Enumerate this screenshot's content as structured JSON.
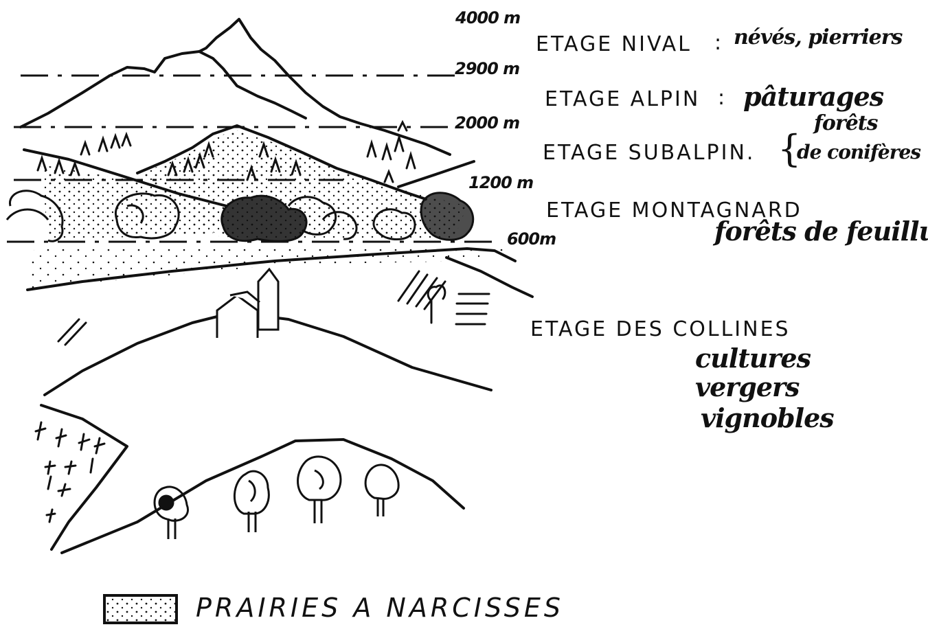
{
  "altitudes": {
    "a4000": "4000 m",
    "a2900": "2900 m",
    "a2000": "2000 m",
    "a1200": "1200 m",
    "a600": "600m"
  },
  "zones": {
    "nival": {
      "name": "ETAGE NIVAL",
      "sep": ":",
      "desc": "névés, pierriers"
    },
    "alpin": {
      "name": "ETAGE ALPIN",
      "sep": ":",
      "desc": "pâturages"
    },
    "subalpin": {
      "name": "ETAGE SUBALPIN.",
      "brace": "{",
      "desc_line1": "forêts",
      "desc_line2": "de conifères"
    },
    "montagnard": {
      "name": "ETAGE MONTAGNARD",
      "desc": "forêts de feuillus"
    },
    "collines": {
      "name": "ETAGE DES COLLINES",
      "desc_lines": [
        "cultures",
        "vergers",
        "vignobles"
      ]
    }
  },
  "legend": {
    "label": "PRAIRIES A NARCISSES"
  },
  "colors": {
    "ink": "#111111",
    "paper": "#ffffff"
  }
}
